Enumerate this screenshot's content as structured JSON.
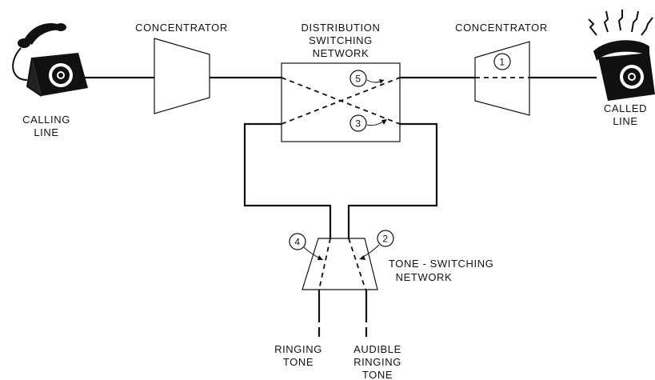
{
  "labels": {
    "concentrator_left": "CONCENTRATOR",
    "concentrator_right": "CONCENTRATOR",
    "distribution_line1": "DISTRIBUTION",
    "distribution_line2": "SWITCHING",
    "distribution_line3": "NETWORK",
    "calling_line1": "CALLING",
    "calling_line2": "LINE",
    "called_line1": "CALLED",
    "called_line2": "LINE",
    "tone_switching_line1": "TONE - SWITCHING",
    "tone_switching_line2": "NETWORK",
    "ringing_tone_line1": "RINGING",
    "ringing_tone_line2": "TONE",
    "audible_line1": "AUDIBLE",
    "audible_line2": "RINGING",
    "audible_line3": "TONE"
  },
  "steps": {
    "s1": "1",
    "s2": "2",
    "s3": "3",
    "s4": "4",
    "s5": "5"
  },
  "colors": {
    "ink": "#111111",
    "background": "#ffffff"
  },
  "icons": {
    "calling_phone": "rotary-telephone-off-hook-icon",
    "called_phone": "rotary-telephone-ringing-icon"
  }
}
